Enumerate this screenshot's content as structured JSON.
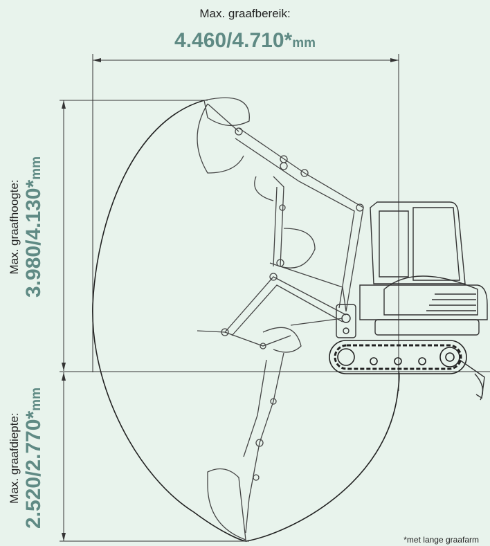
{
  "reach": {
    "label": "Max. graafbereik:",
    "value": "4.460/4.710",
    "star": "*",
    "unit": "mm"
  },
  "height": {
    "label": "Max. graafhoogte:",
    "value": "3.980/4.130",
    "star": "*",
    "unit": "mm"
  },
  "depth": {
    "label": "Max. graafdiepte:",
    "value": "2.520/2.770",
    "star": "*",
    "unit": "mm"
  },
  "footnote": "*met lange graafarm",
  "colors": {
    "background": "#e8f3ec",
    "accent": "#5f8a84",
    "line": "#333333"
  }
}
